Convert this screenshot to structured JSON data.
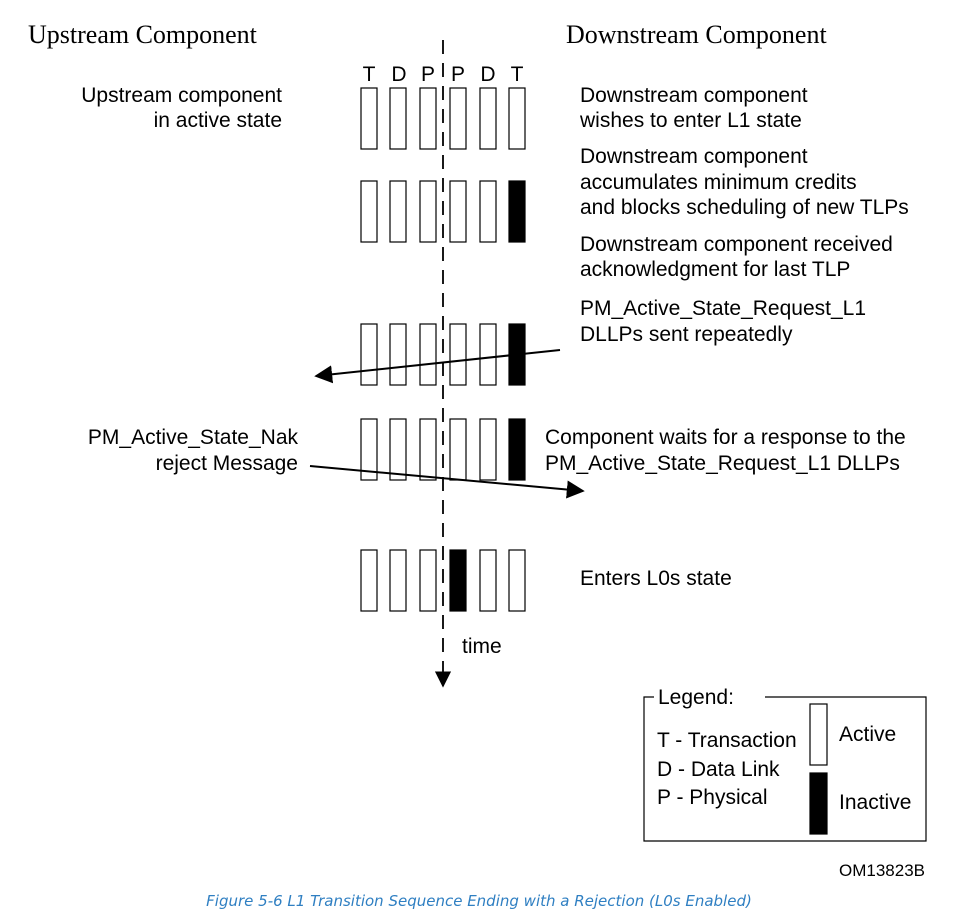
{
  "headings": {
    "upstream": "Upstream Component",
    "downstream": "Downstream Component"
  },
  "columns": [
    "T",
    "D",
    "P",
    "P",
    "D",
    "T"
  ],
  "stages": [
    {
      "lines": [
        "Downstream component",
        "wishes to enter L1 state"
      ],
      "inactive": []
    },
    {
      "lines": [
        "Downstream component",
        "accumulates minimum credits",
        "and blocks scheduling of new TLPs"
      ],
      "inactive": [
        5
      ]
    },
    {
      "lines": [
        "Downstream component received",
        "acknowledgment for last TLP"
      ],
      "inactive": []
    },
    {
      "lines": [
        "PM_Active_State_Request_L1",
        "DLLPs sent repeatedly"
      ],
      "inactive": [
        5
      ]
    },
    {
      "lines": [
        "Component waits for a response to the",
        "PM_Active_State_Request_L1 DLLPs"
      ],
      "inactive": [
        5
      ]
    },
    {
      "lines": [
        "Enters L0s state"
      ],
      "inactive": [
        3
      ]
    }
  ],
  "upstream_notes": [
    {
      "lines": [
        "Upstream component",
        "in active state"
      ]
    },
    {
      "lines": [
        "PM_Active_State_Nak",
        "reject Message"
      ]
    }
  ],
  "time_label": "time",
  "legend": {
    "title": "Legend:",
    "items": [
      "T - Transaction",
      "D - Data Link",
      "P - Physical"
    ],
    "active_label": "Active",
    "inactive_label": "Inactive"
  },
  "figure_id": "OM13823B",
  "caption": "Figure  5-6  L1 Transition Sequence Ending with a Rejection (L0s Enabled)"
}
